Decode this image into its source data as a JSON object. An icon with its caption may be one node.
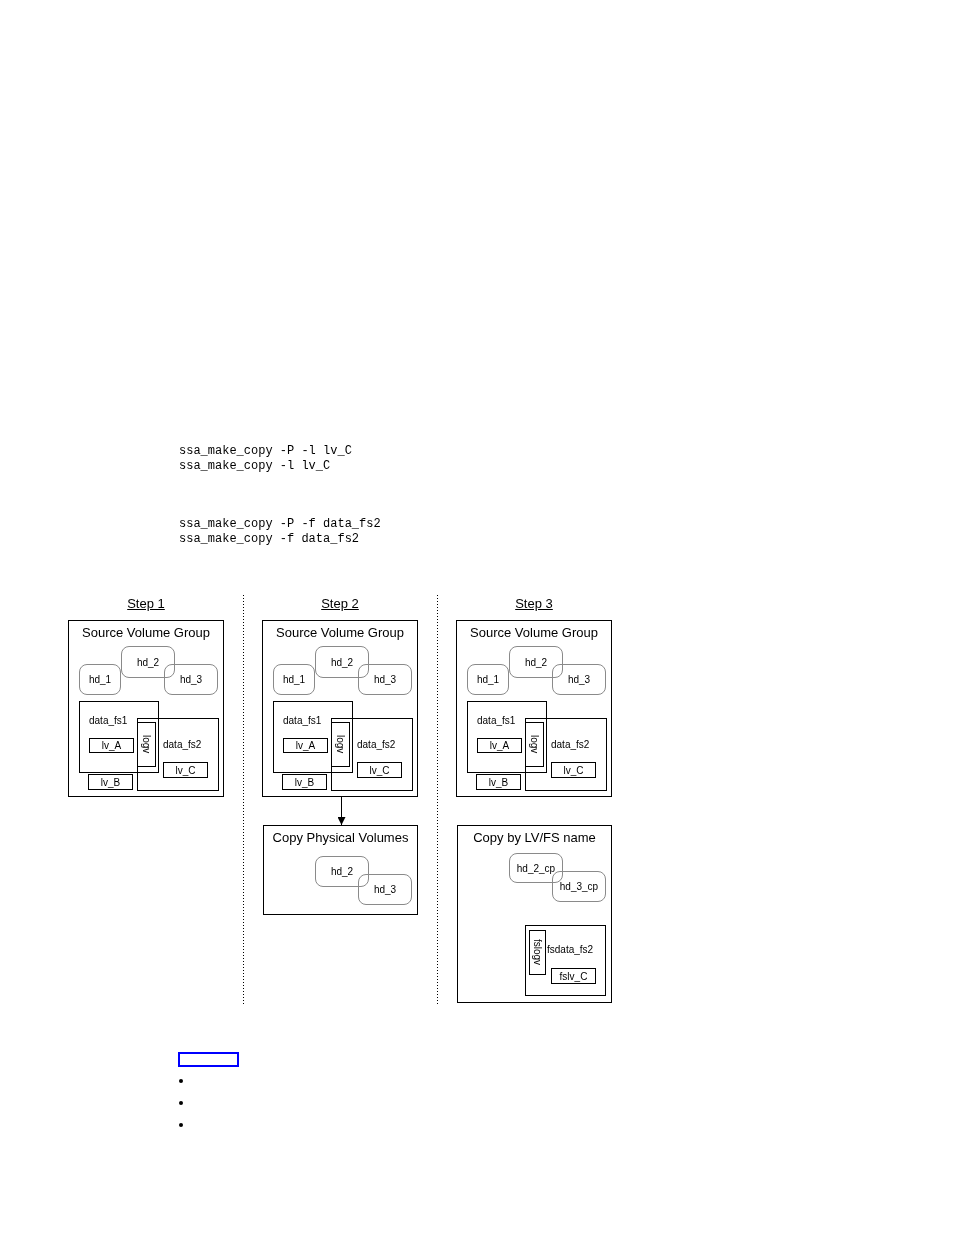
{
  "diagram": {
    "nodes": [
      {
        "text": [
          "Source Volume Group"
        ]
      },
      {
        "text": [
          "hd_1"
        ],
        "in": 0
      },
      {
        "text": [
          "hd_2"
        ],
        "in": 0
      },
      {
        "text": [
          "hd_3"
        ],
        "in": 0
      },
      {
        "text": [
          "data_fs1"
        ],
        "in": 0
      },
      {
        "text": [
          "lv_A"
        ],
        "in": 4
      },
      {
        "text": [
          "logv"
        ]
      },
      {
        "text": [
          "data_fs2"
        ],
        "in": 0
      },
      {
        "text": [
          "lv_C"
        ],
        "in": 7
      },
      {
        "text": [
          "lv_B"
        ],
        "in": 0
      },
      {
        "text": [
          "Source Volume Group"
        ]
      },
      {
        "text": [
          "hd_1"
        ],
        "in": 10
      },
      {
        "text": [
          "hd_2"
        ],
        "in": 10
      },
      {
        "text": [
          "hd_3"
        ],
        "in": 10
      },
      {
        "text": [
          "data_fs1"
        ],
        "in": 10
      },
      {
        "text": [
          "lv_A"
        ],
        "in": 14
      },
      {
        "text": [
          "logv"
        ]
      },
      {
        "text": [
          "data_fs2"
        ],
        "in": 10
      },
      {
        "text": [
          "lv_C"
        ],
        "in": 17
      },
      {
        "text": [
          "lv_B"
        ],
        "in": 10
      },
      {
        "text": [
          "Copy Physical Volumes"
        ]
      },
      {
        "text": [
          "hd_2"
        ],
        "in": 20
      },
      {
        "text": [
          "hd_3"
        ],
        "in": 20
      },
      {
        "text": [
          "Source Volume Group"
        ]
      },
      {
        "text": [
          "hd_1"
        ],
        "in": 23
      },
      {
        "text": [
          "hd_2"
        ],
        "in": 23
      },
      {
        "text": [
          "hd_3"
        ],
        "in": 23
      },
      {
        "text": [
          "data_fs1"
        ],
        "in": 23
      },
      {
        "text": [
          "lv_A"
        ],
        "in": 27
      },
      {
        "text": [
          "logv"
        ]
      },
      {
        "text": [
          "data_fs2"
        ],
        "in": 23
      },
      {
        "text": [
          "lv_C"
        ],
        "in": 30
      },
      {
        "text": [
          "lv_B"
        ],
        "in": 23
      },
      {
        "text": [
          "Copy by LV/FS name"
        ]
      },
      {
        "text": [
          "hd_2_cp"
        ],
        "in": 33
      },
      {
        "text": [
          "hd_3_cp"
        ],
        "in": 33
      },
      {
        "text": [
          "fsdata_fs2"
        ],
        "in": 33
      },
      {
        "text": [
          "fslogv"
        ],
        "in": 36
      },
      {
        "text": [
          "fslv_C"
        ],
        "in": 36
      }
    ],
    "edges": [
      {
        "from": 10,
        "to": 20,
        "arrow": "to"
      }
    ],
    "labels": [
      "ssa_make_copy -P -l lv_C",
      "ssa_make_copy -l lv_C",
      "ssa_make_copy -P -f data_fs2",
      "ssa_make_copy -f data_fs2",
      "Step 1",
      "Step 2",
      "Step 3"
    ]
  }
}
